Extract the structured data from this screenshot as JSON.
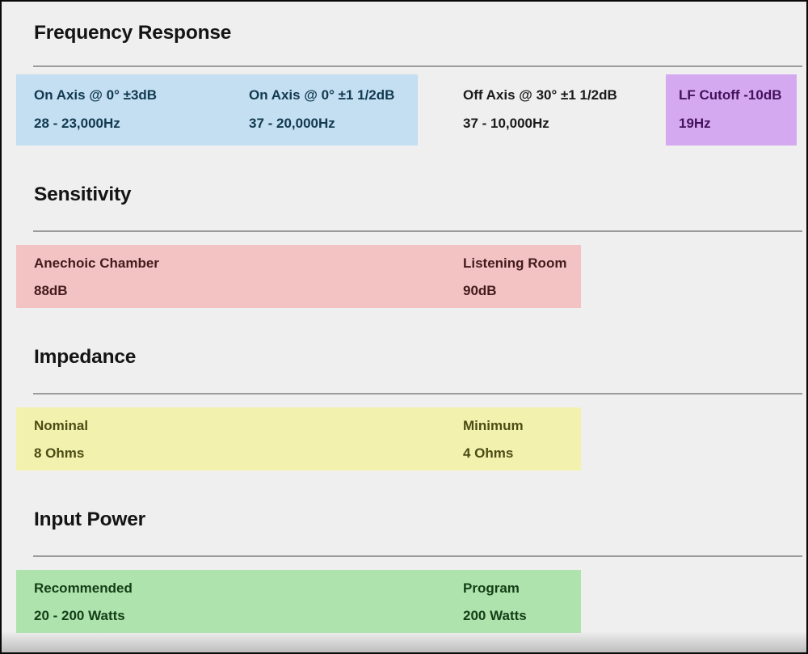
{
  "palette": {
    "page_bg": "#f0efef",
    "page_border": "#0a0a0a",
    "divider": "#9b9b9b",
    "heading_text": "#141414",
    "blue_bg": "#c3dff1",
    "blue_text": "#123950",
    "plain_text": "#1b1b1b",
    "purple_bg": "#d5a9f0",
    "purple_text": "#44125c",
    "pink_bg": "#f3c3c4",
    "pink_text": "#441b1b",
    "yellow_bg": "#f3f1ae",
    "yellow_text": "#4c4c15",
    "green_bg": "#afe3ae",
    "green_text": "#133f17"
  },
  "sections": [
    {
      "title": "Frequency Response",
      "cells": [
        {
          "label": "On Axis @ 0° ±3dB",
          "value": "28 - 23,000Hz"
        },
        {
          "label": "On Axis @ 0° ±1 1/2dB",
          "value": "37 - 20,000Hz"
        },
        {
          "label": "Off Axis @ 30° ±1 1/2dB",
          "value": "37 - 10,000Hz"
        },
        {
          "label": "LF Cutoff -10dB",
          "value": "19Hz"
        }
      ]
    },
    {
      "title": "Sensitivity",
      "cells": [
        {
          "label": "Anechoic Chamber",
          "value": "88dB"
        },
        {
          "label": "Listening Room",
          "value": "90dB"
        }
      ]
    },
    {
      "title": "Impedance",
      "cells": [
        {
          "label": "Nominal",
          "value": "8 Ohms"
        },
        {
          "label": "Minimum",
          "value": "4 Ohms"
        }
      ]
    },
    {
      "title": "Input Power",
      "cells": [
        {
          "label": "Recommended",
          "value": "20 - 200 Watts"
        },
        {
          "label": "Program",
          "value": "200 Watts"
        }
      ]
    }
  ]
}
